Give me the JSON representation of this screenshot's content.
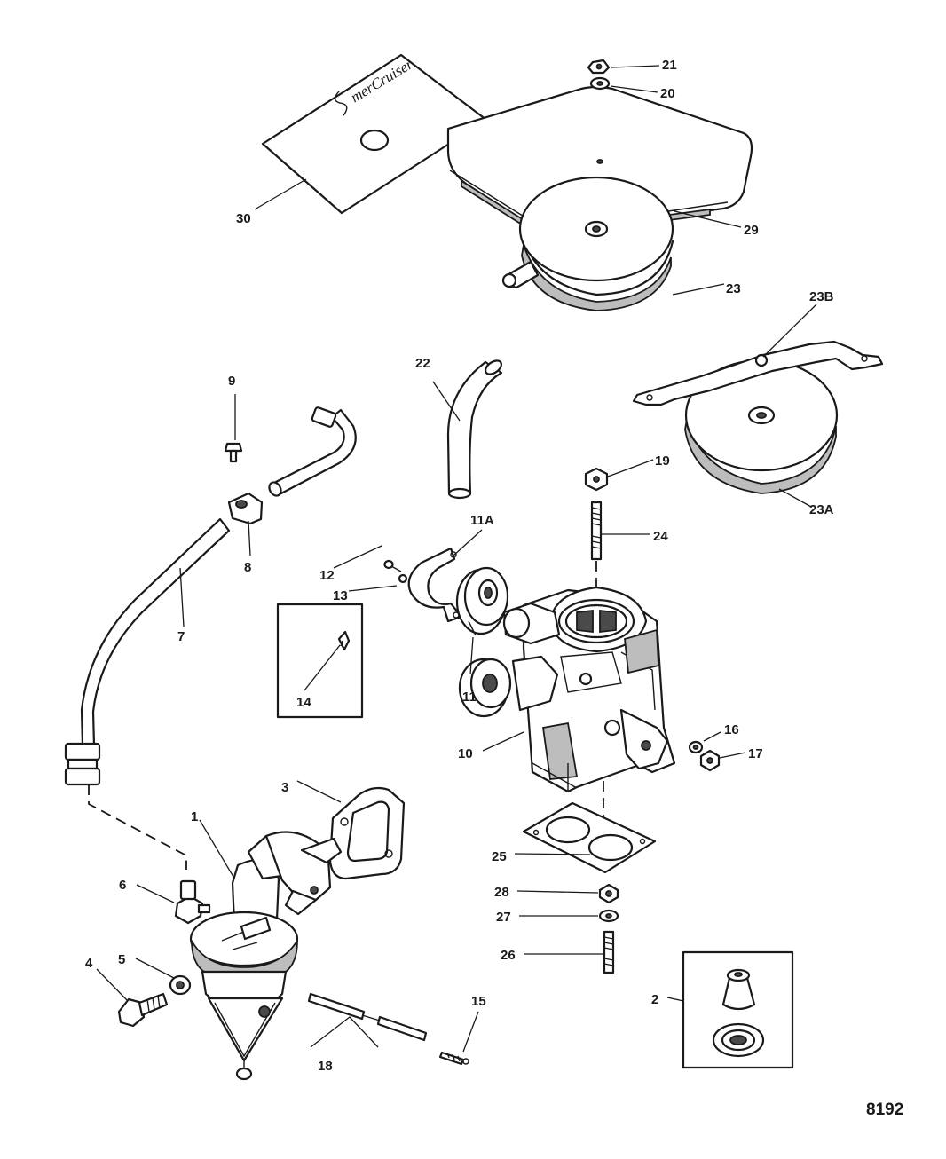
{
  "figure_number": "8192",
  "decal_text": "merCruiser",
  "callouts": {
    "p1": "1",
    "p2": "2",
    "p3": "3",
    "p4": "4",
    "p5": "5",
    "p6": "6",
    "p7": "7",
    "p8": "8",
    "p9": "9",
    "p10": "10",
    "p11": "11",
    "p11a": "11A",
    "p12": "12",
    "p13": "13",
    "p14": "14",
    "p15": "15",
    "p16": "16",
    "p17": "17",
    "p18": "18",
    "p19": "19",
    "p20": "20",
    "p21": "21",
    "p22": "22",
    "p23": "23",
    "p23a": "23A",
    "p23b": "23B",
    "p24": "24",
    "p25": "25",
    "p26": "26",
    "p27": "27",
    "p28": "28",
    "p29": "29",
    "p30": "30"
  }
}
